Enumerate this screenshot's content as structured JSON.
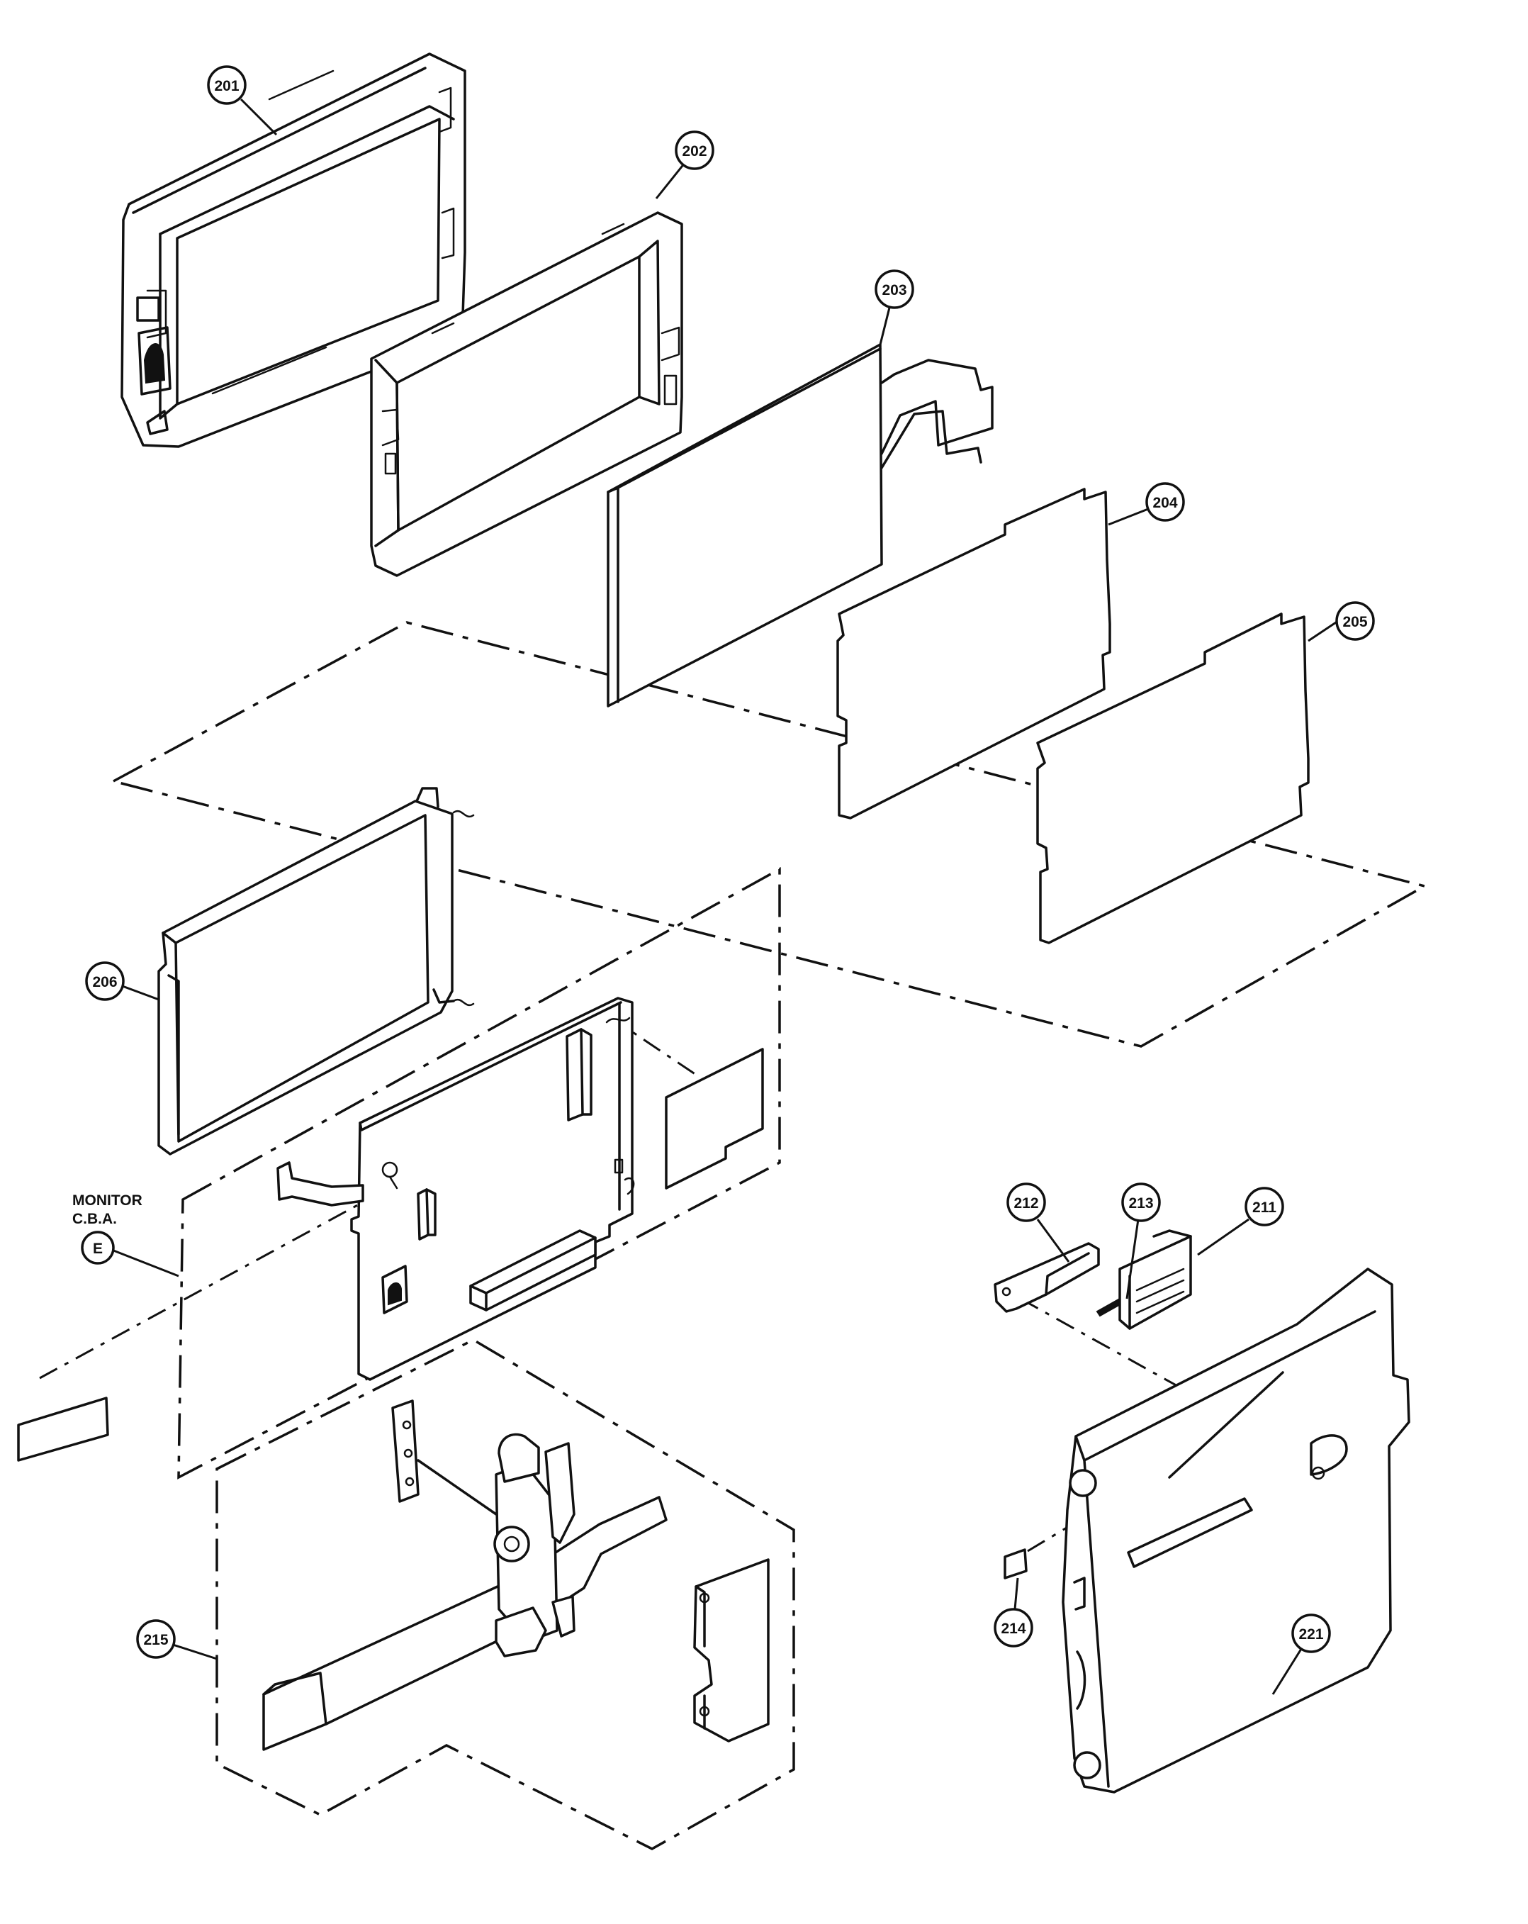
{
  "callouts": [
    {
      "id": "201"
    },
    {
      "id": "202"
    },
    {
      "id": "203"
    },
    {
      "id": "204"
    },
    {
      "id": "205"
    },
    {
      "id": "206"
    },
    {
      "id": "211"
    },
    {
      "id": "212"
    },
    {
      "id": "213"
    },
    {
      "id": "214"
    },
    {
      "id": "215"
    },
    {
      "id": "221"
    }
  ],
  "monitor_label": {
    "line1": "MONITOR",
    "line2": "C.B.A.",
    "ref": "E"
  }
}
